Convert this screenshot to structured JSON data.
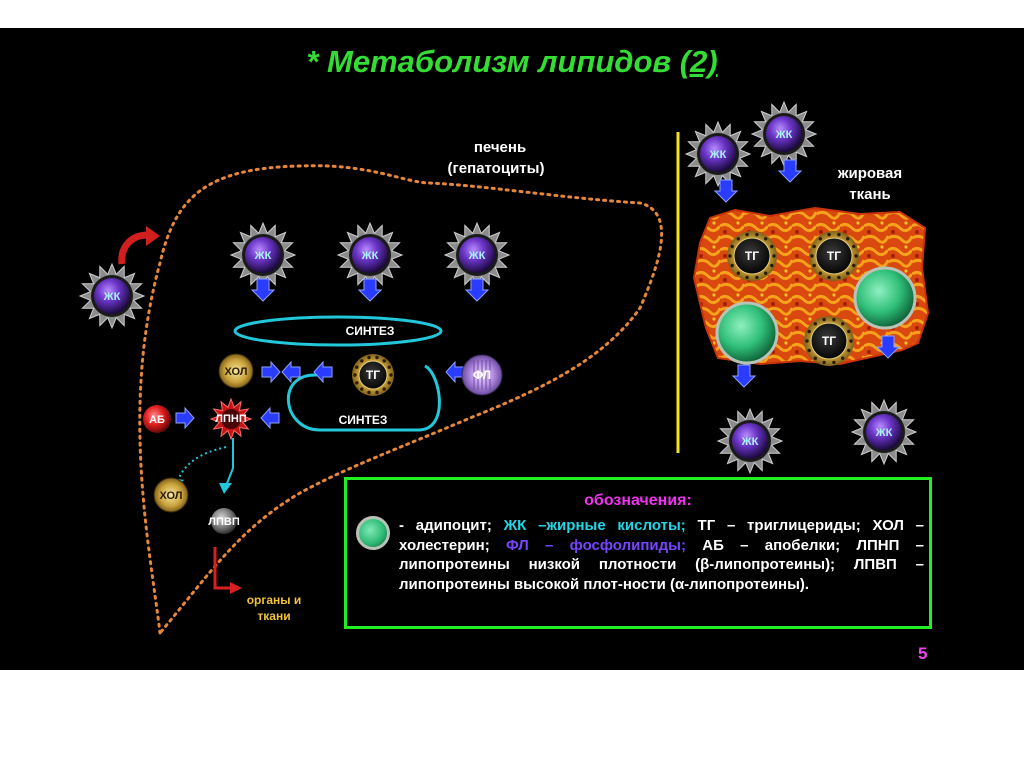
{
  "title": {
    "star": "*",
    "main": "Метаболизм липидов",
    "num": "(2)"
  },
  "liver": {
    "label_line1": "печень",
    "label_line2": "(гепатоциты)"
  },
  "adipose": {
    "label_line1": "жировая",
    "label_line2": "ткань"
  },
  "labels": {
    "fatty_acid": "ЖК",
    "synthesis": "СИНТЕЗ",
    "cholesterol": "ХОЛ",
    "triglyceride": "ТГ",
    "phospholipid": "ФЛ",
    "apoprotein": "АБ",
    "ldl": "ЛПНП",
    "hdl": "ЛПВП",
    "organs_line1": "органы и",
    "organs_line2": "ткани"
  },
  "legend": {
    "heading": "обозначения:",
    "p1": "- адипоцит; ",
    "p2": "ЖК –жирные кислоты; ",
    "p3": "ТГ – триглицериды; ",
    "p4": "ХОЛ – холестерин; ",
    "p5": "ФЛ – фосфолипиды; ",
    "p6": "АБ – апобелки; ",
    "p7": "ЛПНП – липопротеины низкой плотности (β-липопротеины); ",
    "p8": "ЛПВП – липопротеины высокой плот-ности (α-липопротеины)."
  },
  "page_number": "5",
  "colors": {
    "background": "#000000",
    "title": "#33dd33",
    "liver_outline": "#e6863a",
    "synthesis_ring": "#22c7d9",
    "arrow": "#2a3cff",
    "legend_border": "#22ee22",
    "legend_heading": "#ee33ee",
    "divider": "#f1e21a",
    "page_number": "#ee44ee"
  }
}
